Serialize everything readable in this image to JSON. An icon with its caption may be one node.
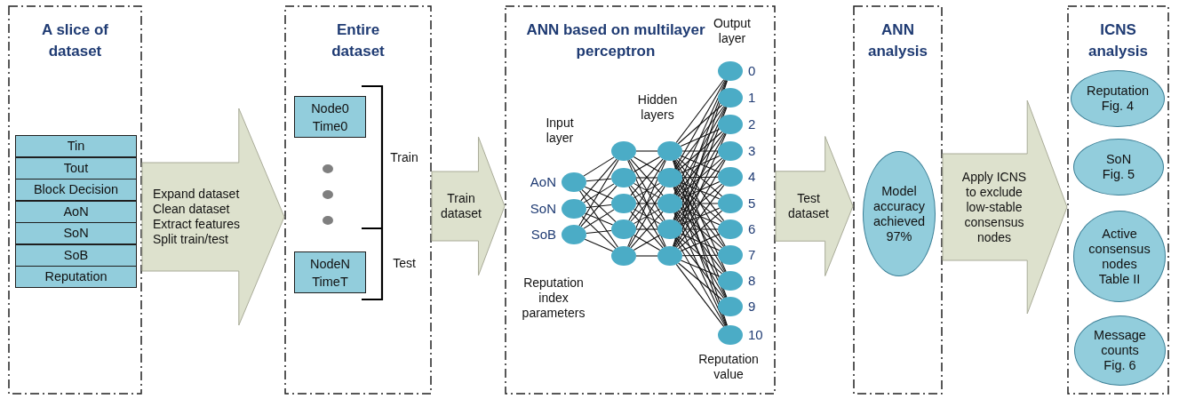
{
  "diagram": {
    "nodes": [
      {
        "text": [
          "A slice of dataset"
        ]
      },
      {
        "text": [
          "Tin"
        ],
        "in": 0
      },
      {
        "text": [
          "Tout"
        ],
        "in": 0
      },
      {
        "text": [
          "Block Decision"
        ],
        "in": 0
      },
      {
        "text": [
          "AoN"
        ],
        "in": 0
      },
      {
        "text": [
          "SoN"
        ],
        "in": 0
      },
      {
        "text": [
          "SoB"
        ],
        "in": 0
      },
      {
        "text": [
          "Reputation"
        ],
        "in": 0
      },
      {
        "text": [
          "Entire dataset"
        ]
      },
      {
        "text": [
          "Node0 Time0"
        ],
        "in": 8
      },
      {
        "text": [
          "NodeN TimeT"
        ],
        "in": 8
      },
      {
        "text": [
          "ANN based on multilayer perceptron"
        ]
      },
      {
        "text": [],
        "shape": "circle",
        "in": 11,
        "beside": [
          "AoN"
        ]
      },
      {
        "text": [],
        "shape": "circle",
        "in": 11,
        "beside": [
          "SoN"
        ]
      },
      {
        "text": [],
        "shape": "circle",
        "in": 11,
        "beside": [
          "SoB"
        ]
      },
      {
        "text": [],
        "shape": "circle",
        "in": 11
      },
      {
        "text": [],
        "shape": "circle",
        "in": 11
      },
      {
        "text": [],
        "shape": "circle",
        "in": 11
      },
      {
        "text": [],
        "shape": "circle",
        "in": 11
      },
      {
        "text": [],
        "shape": "circle",
        "in": 11
      },
      {
        "text": [],
        "shape": "circle",
        "in": 11
      },
      {
        "text": [],
        "shape": "circle",
        "in": 11
      },
      {
        "text": [],
        "shape": "circle",
        "in": 11
      },
      {
        "text": [],
        "shape": "circle",
        "in": 11
      },
      {
        "text": [],
        "shape": "circle",
        "in": 11
      },
      {
        "text": [],
        "shape": "circle",
        "in": 11,
        "beside": [
          "0"
        ]
      },
      {
        "text": [],
        "shape": "circle",
        "in": 11,
        "beside": [
          "1"
        ]
      },
      {
        "text": [],
        "shape": "circle",
        "in": 11,
        "beside": [
          "2"
        ]
      },
      {
        "text": [],
        "shape": "circle",
        "in": 11,
        "beside": [
          "3"
        ]
      },
      {
        "text": [],
        "shape": "circle",
        "in": 11,
        "beside": [
          "4"
        ]
      },
      {
        "text": [],
        "shape": "circle",
        "in": 11,
        "beside": [
          "5"
        ]
      },
      {
        "text": [],
        "shape": "circle",
        "in": 11,
        "beside": [
          "6"
        ]
      },
      {
        "text": [],
        "shape": "circle",
        "in": 11,
        "beside": [
          "7"
        ]
      },
      {
        "text": [],
        "shape": "circle",
        "in": 11,
        "beside": [
          "8"
        ]
      },
      {
        "text": [],
        "shape": "circle",
        "in": 11,
        "beside": [
          "9"
        ]
      },
      {
        "text": [],
        "shape": "circle",
        "in": 11,
        "beside": [
          "10"
        ]
      },
      {
        "text": [
          "ANN analysis"
        ]
      },
      {
        "text": [
          "Model accuracy achieved 97%"
        ],
        "in": 36
      },
      {
        "text": [
          "ICNS analysis"
        ]
      },
      {
        "text": [
          "Reputation Fig. 4"
        ],
        "in": 38
      },
      {
        "text": [
          "SoN Fig. 5"
        ],
        "in": 38
      },
      {
        "text": [
          "Active consensus nodes Table II"
        ],
        "in": 38
      },
      {
        "text": [
          "Message counts Fig. 6"
        ],
        "in": 38
      }
    ],
    "edges": [
      {
        "from": 0,
        "to": 8,
        "arrow": "to",
        "label": "Expand dataset Clean dataset Extract features Split train/test"
      },
      {
        "from": 8,
        "to": 11,
        "arrow": "to",
        "label": "Train dataset"
      },
      {
        "from": 11,
        "to": 36,
        "arrow": "to",
        "label": "Test dataset"
      },
      {
        "from": 36,
        "to": 38,
        "arrow": "to",
        "label": "Apply ICNS to exclude low-stable consensus nodes"
      },
      {
        "from": 12,
        "to": 15,
        "arrow": "none"
      },
      {
        "from": 12,
        "to": 16,
        "arrow": "none"
      },
      {
        "from": 12,
        "to": 17,
        "arrow": "none"
      },
      {
        "from": 12,
        "to": 18,
        "arrow": "none"
      },
      {
        "from": 12,
        "to": 19,
        "arrow": "none"
      },
      {
        "from": 13,
        "to": 15,
        "arrow": "none"
      },
      {
        "from": 13,
        "to": 16,
        "arrow": "none"
      },
      {
        "from": 13,
        "to": 17,
        "arrow": "none"
      },
      {
        "from": 13,
        "to": 18,
        "arrow": "none"
      },
      {
        "from": 13,
        "to": 19,
        "arrow": "none"
      },
      {
        "from": 14,
        "to": 15,
        "arrow": "none"
      },
      {
        "from": 14,
        "to": 16,
        "arrow": "none"
      },
      {
        "from": 14,
        "to": 17,
        "arrow": "none"
      },
      {
        "from": 14,
        "to": 18,
        "arrow": "none"
      },
      {
        "from": 14,
        "to": 19,
        "arrow": "none"
      },
      {
        "from": 15,
        "to": 20,
        "arrow": "none"
      },
      {
        "from": 15,
        "to": 21,
        "arrow": "none"
      },
      {
        "from": 15,
        "to": 22,
        "arrow": "none"
      },
      {
        "from": 15,
        "to": 23,
        "arrow": "none"
      },
      {
        "from": 15,
        "to": 24,
        "arrow": "none"
      },
      {
        "from": 16,
        "to": 20,
        "arrow": "none"
      },
      {
        "from": 16,
        "to": 21,
        "arrow": "none"
      },
      {
        "from": 16,
        "to": 22,
        "arrow": "none"
      },
      {
        "from": 16,
        "to": 23,
        "arrow": "none"
      },
      {
        "from": 16,
        "to": 24,
        "arrow": "none"
      },
      {
        "from": 17,
        "to": 20,
        "arrow": "none"
      },
      {
        "from": 17,
        "to": 21,
        "arrow": "none"
      },
      {
        "from": 17,
        "to": 22,
        "arrow": "none"
      },
      {
        "from": 17,
        "to": 23,
        "arrow": "none"
      },
      {
        "from": 17,
        "to": 24,
        "arrow": "none"
      },
      {
        "from": 18,
        "to": 20,
        "arrow": "none"
      },
      {
        "from": 18,
        "to": 21,
        "arrow": "none"
      },
      {
        "from": 18,
        "to": 22,
        "arrow": "none"
      },
      {
        "from": 18,
        "to": 23,
        "arrow": "none"
      },
      {
        "from": 18,
        "to": 24,
        "arrow": "none"
      },
      {
        "from": 19,
        "to": 20,
        "arrow": "none"
      },
      {
        "from": 19,
        "to": 21,
        "arrow": "none"
      },
      {
        "from": 19,
        "to": 22,
        "arrow": "none"
      },
      {
        "from": 19,
        "to": 23,
        "arrow": "none"
      },
      {
        "from": 19,
        "to": 24,
        "arrow": "none"
      },
      {
        "from": 20,
        "to": 25,
        "arrow": "none"
      },
      {
        "from": 20,
        "to": 26,
        "arrow": "none"
      },
      {
        "from": 20,
        "to": 27,
        "arrow": "none"
      },
      {
        "from": 20,
        "to": 28,
        "arrow": "none"
      },
      {
        "from": 20,
        "to": 29,
        "arrow": "none"
      },
      {
        "from": 20,
        "to": 30,
        "arrow": "none"
      },
      {
        "from": 20,
        "to": 31,
        "arrow": "none"
      },
      {
        "from": 20,
        "to": 32,
        "arrow": "none"
      },
      {
        "from": 20,
        "to": 33,
        "arrow": "none"
      },
      {
        "from": 20,
        "to": 34,
        "arrow": "none"
      },
      {
        "from": 20,
        "to": 35,
        "arrow": "none"
      },
      {
        "from": 21,
        "to": 25,
        "arrow": "none"
      },
      {
        "from": 21,
        "to": 26,
        "arrow": "none"
      },
      {
        "from": 21,
        "to": 27,
        "arrow": "none"
      },
      {
        "from": 21,
        "to": 28,
        "arrow": "none"
      },
      {
        "from": 21,
        "to": 29,
        "arrow": "none"
      },
      {
        "from": 21,
        "to": 30,
        "arrow": "none"
      },
      {
        "from": 21,
        "to": 31,
        "arrow": "none"
      },
      {
        "from": 21,
        "to": 32,
        "arrow": "none"
      },
      {
        "from": 21,
        "to": 33,
        "arrow": "none"
      },
      {
        "from": 21,
        "to": 34,
        "arrow": "none"
      },
      {
        "from": 21,
        "to": 35,
        "arrow": "none"
      },
      {
        "from": 22,
        "to": 25,
        "arrow": "none"
      },
      {
        "from": 22,
        "to": 26,
        "arrow": "none"
      },
      {
        "from": 22,
        "to": 27,
        "arrow": "none"
      },
      {
        "from": 22,
        "to": 28,
        "arrow": "none"
      },
      {
        "from": 22,
        "to": 29,
        "arrow": "none"
      },
      {
        "from": 22,
        "to": 30,
        "arrow": "none"
      },
      {
        "from": 22,
        "to": 31,
        "arrow": "none"
      },
      {
        "from": 22,
        "to": 32,
        "arrow": "none"
      },
      {
        "from": 22,
        "to": 33,
        "arrow": "none"
      },
      {
        "from": 22,
        "to": 34,
        "arrow": "none"
      },
      {
        "from": 22,
        "to": 35,
        "arrow": "none"
      },
      {
        "from": 23,
        "to": 25,
        "arrow": "none"
      },
      {
        "from": 23,
        "to": 26,
        "arrow": "none"
      },
      {
        "from": 23,
        "to": 27,
        "arrow": "none"
      },
      {
        "from": 23,
        "to": 28,
        "arrow": "none"
      },
      {
        "from": 23,
        "to": 29,
        "arrow": "none"
      },
      {
        "from": 23,
        "to": 30,
        "arrow": "none"
      },
      {
        "from": 23,
        "to": 31,
        "arrow": "none"
      },
      {
        "from": 23,
        "to": 32,
        "arrow": "none"
      },
      {
        "from": 23,
        "to": 33,
        "arrow": "none"
      },
      {
        "from": 23,
        "to": 34,
        "arrow": "none"
      },
      {
        "from": 23,
        "to": 35,
        "arrow": "none"
      },
      {
        "from": 24,
        "to": 25,
        "arrow": "none"
      },
      {
        "from": 24,
        "to": 26,
        "arrow": "none"
      },
      {
        "from": 24,
        "to": 27,
        "arrow": "none"
      },
      {
        "from": 24,
        "to": 28,
        "arrow": "none"
      },
      {
        "from": 24,
        "to": 29,
        "arrow": "none"
      },
      {
        "from": 24,
        "to": 30,
        "arrow": "none"
      },
      {
        "from": 24,
        "to": 31,
        "arrow": "none"
      },
      {
        "from": 24,
        "to": 32,
        "arrow": "none"
      },
      {
        "from": 24,
        "to": 33,
        "arrow": "none"
      },
      {
        "from": 24,
        "to": 34,
        "arrow": "none"
      },
      {
        "from": 24,
        "to": 35,
        "arrow": "none"
      }
    ],
    "labels": [
      "Train",
      "Test",
      "Input layer",
      "Hidden layers",
      "Output layer",
      "Reputation index parameters",
      "Reputation value"
    ]
  }
}
